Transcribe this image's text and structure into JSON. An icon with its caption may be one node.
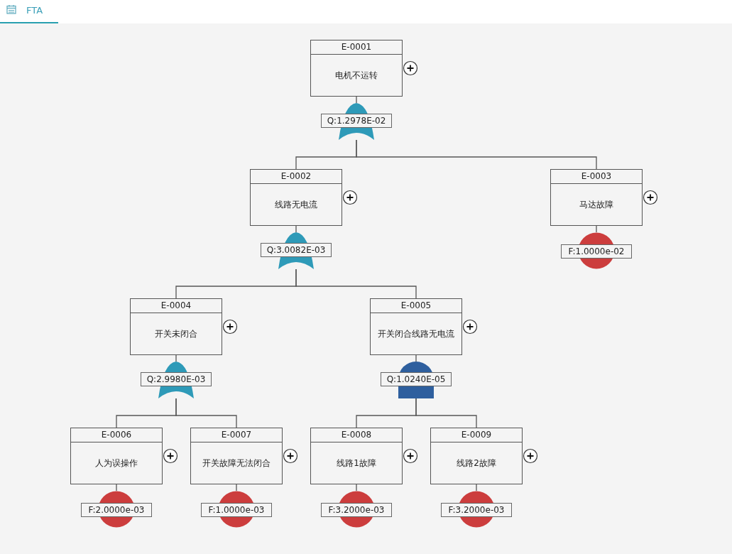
{
  "diagram": {
    "nodes": [
      {
        "text": [
          "E-0001",
          "电机不运转"
        ]
      },
      {
        "text": [
          "Q:1.2978E-02"
        ]
      },
      {
        "text": [
          "E-0002",
          "线路无电流"
        ]
      },
      {
        "text": [
          "E-0003",
          "马达故障"
        ]
      },
      {
        "text": [
          "Q:3.0082E-03"
        ]
      },
      {
        "text": [
          "F:1.0000e-02"
        ]
      },
      {
        "text": [
          "E-0004",
          "开关未闭合"
        ]
      },
      {
        "text": [
          "E-0005",
          "开关闭合线路无电流"
        ]
      },
      {
        "text": [
          "Q:2.9980E-03"
        ]
      },
      {
        "text": [
          "Q:1.0240E-05"
        ]
      },
      {
        "text": [
          "E-0006",
          "人为误操作"
        ]
      },
      {
        "text": [
          "E-0007",
          "开关故障无法闭合"
        ]
      },
      {
        "text": [
          "E-0008",
          "线路1故障"
        ]
      },
      {
        "text": [
          "E-0009",
          "线路2故障"
        ]
      },
      {
        "text": [
          "F:2.0000e-03"
        ]
      },
      {
        "text": [
          "F:1.0000e-03"
        ]
      },
      {
        "text": [
          "F:3.2000e-03"
        ]
      },
      {
        "text": [
          "F:3.2000e-03"
        ]
      }
    ],
    "edges": [
      {
        "from": 0,
        "to": 1,
        "arrow": "none"
      },
      {
        "from": 1,
        "to": 2,
        "arrow": "none"
      },
      {
        "from": 1,
        "to": 3,
        "arrow": "none"
      },
      {
        "from": 2,
        "to": 4,
        "arrow": "none"
      },
      {
        "from": 3,
        "to": 5,
        "arrow": "none"
      },
      {
        "from": 4,
        "to": 6,
        "arrow": "none"
      },
      {
        "from": 4,
        "to": 7,
        "arrow": "none"
      },
      {
        "from": 6,
        "to": 8,
        "arrow": "none"
      },
      {
        "from": 7,
        "to": 9,
        "arrow": "none"
      },
      {
        "from": 8,
        "to": 10,
        "arrow": "none"
      },
      {
        "from": 8,
        "to": 11,
        "arrow": "none"
      },
      {
        "from": 9,
        "to": 12,
        "arrow": "none"
      },
      {
        "from": 9,
        "to": 13,
        "arrow": "none"
      },
      {
        "from": 10,
        "to": 14,
        "arrow": "none"
      },
      {
        "from": 11,
        "to": 15,
        "arrow": "none"
      },
      {
        "from": 12,
        "to": 16,
        "arrow": "none"
      },
      {
        "from": 13,
        "to": 17,
        "arrow": "none"
      }
    ],
    "labels": [
      "FTA"
    ]
  }
}
